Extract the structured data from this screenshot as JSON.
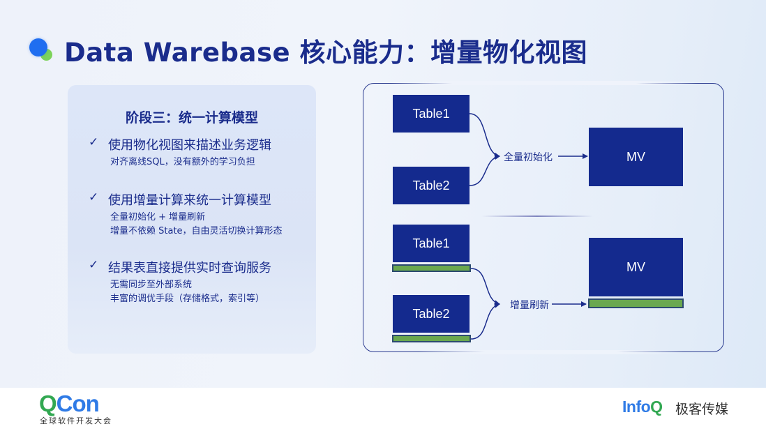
{
  "header": {
    "title": "Data Warebase 核心能力：增量物化视图"
  },
  "panel": {
    "title": "阶段三：统一计算模型",
    "check_glyph": "✓",
    "points": [
      {
        "heading": "使用物化视图来描述业务逻辑",
        "details": [
          "对齐离线SQL，没有额外的学习负担"
        ]
      },
      {
        "heading": "使用增量计算来统一计算模型",
        "details": [
          "全量初始化 + 增量刷新",
          "增量不依赖 State，自由灵活切换计算形态"
        ]
      },
      {
        "heading": "结果表直接提供实时查询服务",
        "details": [
          "无需同步至外部系统",
          "丰富的调优手段（存储格式，索引等）"
        ]
      }
    ]
  },
  "diagram": {
    "colors": {
      "box": "#142a8e",
      "delta_bar": "#6aa84f",
      "line": "#1a2c8c"
    },
    "top": {
      "sources": [
        "Table1",
        "Table2"
      ],
      "operation": "全量初始化",
      "target": "MV"
    },
    "bottom": {
      "sources": [
        "Table1",
        "Table2"
      ],
      "operation": "增量刷新",
      "target": "MV"
    }
  },
  "footer": {
    "qcon_q": "Q",
    "qcon_con": "Con",
    "qcon_subtitle": "全球软件开发大会",
    "infoq_info": "Info",
    "infoq_q": "Q",
    "infoq_cn": "极客传媒"
  }
}
